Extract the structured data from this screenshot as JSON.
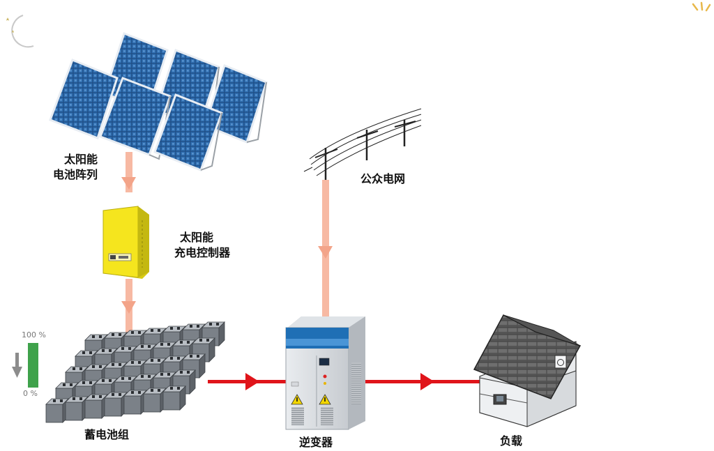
{
  "labels": {
    "solar_array_line1": "太阳能",
    "solar_array_line2": "电池阵列",
    "charge_controller_line1": "太阳能",
    "charge_controller_line2": "充电控制器",
    "grid": "公众电网",
    "battery_bank": "蓄电池组",
    "inverter": "逆变器",
    "load": "负载"
  },
  "battery_indicator": {
    "max_label": "100 %",
    "min_label": "0 %",
    "level": 1.0,
    "bar_color": "#3fa24b"
  },
  "colors": {
    "dc_flow_arrow": "#f7b9a3",
    "ac_flow_arrow": "#e0141a",
    "panel_blue": "#1e4f86",
    "controller_yellow": "#f5e51e",
    "battery_gray": "#7b8188"
  },
  "icons": [
    "moon-icon",
    "sun-ray-icon",
    "warning-icon"
  ]
}
